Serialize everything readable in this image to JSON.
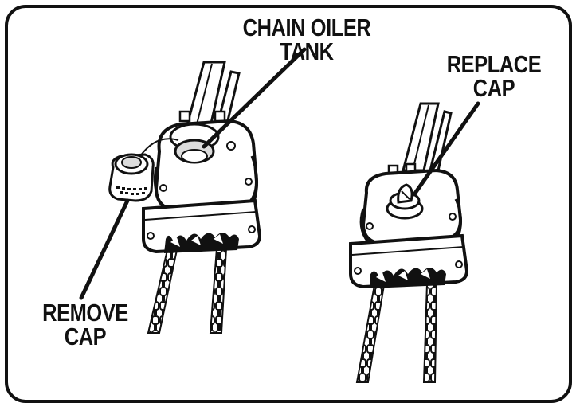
{
  "labels": {
    "chain_oiler_tank": "CHAIN OILER TANK",
    "replace_cap": [
      "REPLACE",
      "CAP"
    ],
    "remove_cap": [
      "REMOVE",
      "CAP"
    ]
  },
  "colors": {
    "ink": "#111111",
    "body_fill": "#ffffff",
    "shade": "#dcdcdc"
  }
}
